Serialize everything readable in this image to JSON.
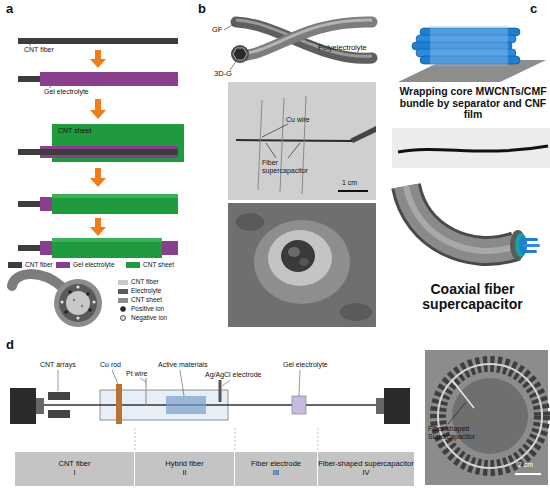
{
  "diagram": {
    "nodes": [
      {
        "text": [
          "CNT fiber",
          "I"
        ]
      },
      {
        "text": [
          "Hybrid fiber",
          "II"
        ]
      },
      {
        "text": [
          "Fiber electrode",
          "III"
        ]
      },
      {
        "text": [
          "Fiber-shaped supercapacitor",
          "IV"
        ]
      }
    ],
    "labels": [
      "a",
      "CNT fiber",
      "Gel electrolyte",
      "CNT sheet",
      "b",
      "GF",
      "3D-G",
      "Polyelectrolyte",
      "Cu wire",
      "Fiber supercapacitor",
      "1 cm",
      "c",
      "Wrapping core MWCNTs/CMF bundle by separator and CNF film",
      "Coaxial fiber supercapacitor",
      "d",
      "CNT arrays",
      "Cu rod",
      "Pt wire",
      "Active materials",
      "Ag/AgCl electrode",
      "Gel electrolyte",
      "Fiber-shaped Supercapacitor",
      "2 cm"
    ],
    "legend": [
      {
        "text": "CNT fiber",
        "color": "#3d3d3d"
      },
      {
        "text": "Gel electrolyte",
        "color": "#8a3f8e"
      },
      {
        "text": "CNT sheet",
        "color": "#1f9b3e"
      },
      {
        "text": "CNT fiber",
        "color": "#c8c8c8"
      },
      {
        "text": "Electrolyte",
        "color": "#5a5a5a"
      },
      {
        "text": "CNT sheet",
        "color": "#8c8c8c"
      },
      {
        "text": "Positive ion"
      },
      {
        "text": "Negative ion"
      }
    ]
  }
}
